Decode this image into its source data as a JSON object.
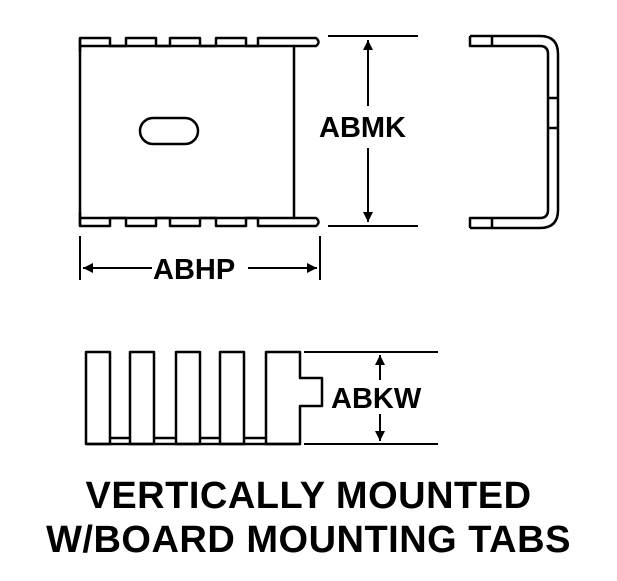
{
  "dimensions": {
    "height_label": "ABMK",
    "length_label": "ABHP",
    "tab_width_label": "ABKW"
  },
  "caption": {
    "line1": "VERTICALLY MOUNTED",
    "line2": "W/BOARD MOUNTING TABS"
  },
  "colors": {
    "stroke": "#000000",
    "background": "#ffffff"
  }
}
